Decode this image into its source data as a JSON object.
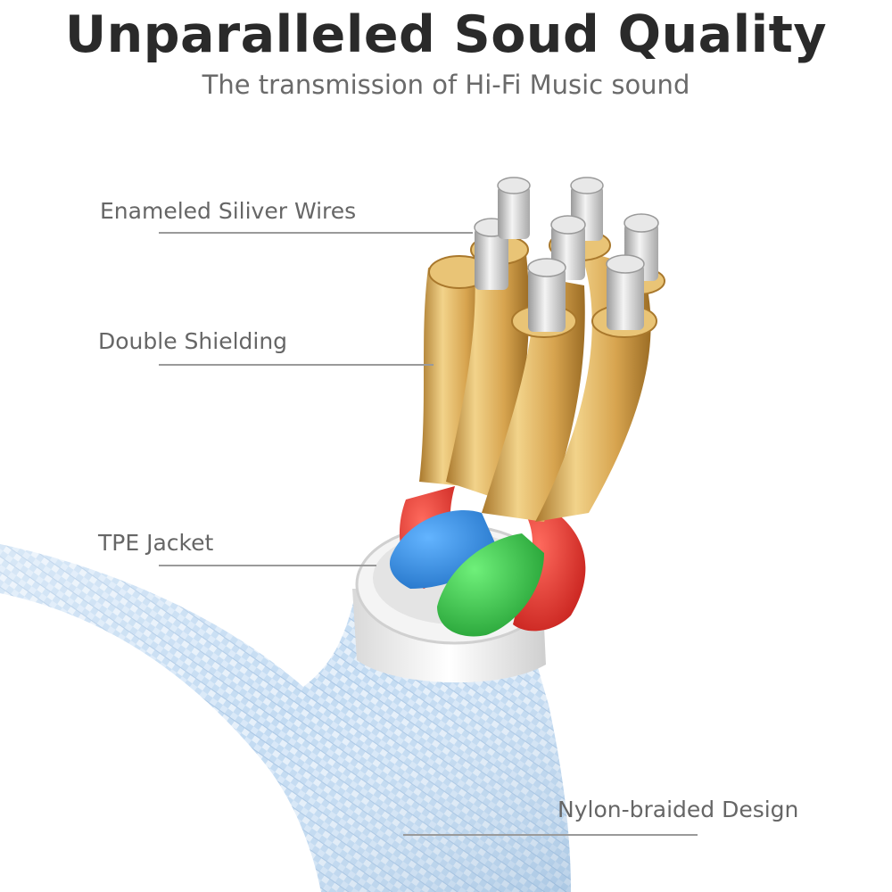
{
  "header": {
    "title": "Unparalleled Soud Quality",
    "subtitle": "The transmission of Hi-Fi Music sound"
  },
  "callouts": {
    "silver_wires": "Enameled Siliver Wires",
    "shielding": "Double Shielding",
    "jacket": "TPE Jacket",
    "braid": "Nylon-braided Design"
  },
  "colors": {
    "title": "#2a2a2a",
    "subtitle": "#6a6a6a",
    "callout_text": "#666666",
    "leader_line": "#9a9a9a",
    "braid": "#bcd6ef",
    "jacket": "#f2f2f2",
    "wire_red": "#e0302c",
    "wire_blue": "#2f8ee6",
    "wire_green": "#37c64a",
    "copper": "#d9aa55",
    "silver": "#d6d6d6"
  }
}
